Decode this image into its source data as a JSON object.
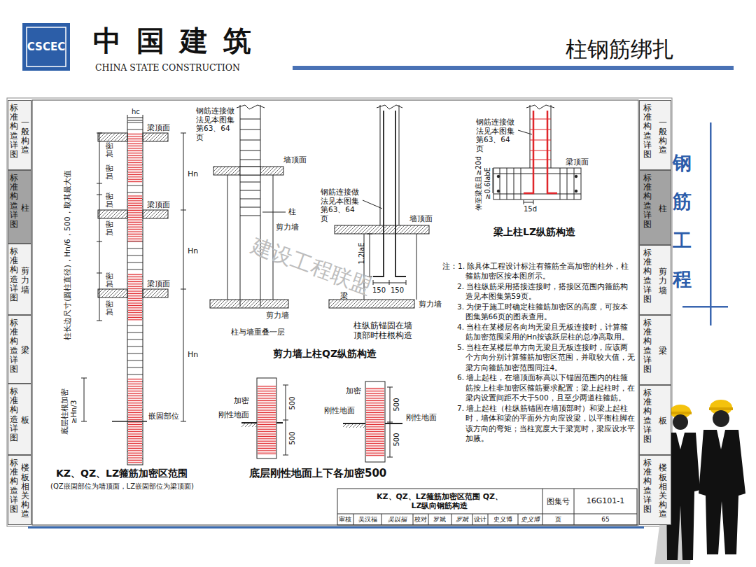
{
  "diagram": {
    "title": "柱钢筋绑扎",
    "nodes": [
      {
        "text": [
          "标准构造详图",
          "一般构造"
        ]
      },
      {
        "text": [
          "标准构造详图",
          "柱"
        ]
      },
      {
        "text": [
          "标准构造详图",
          "剪力墙"
        ]
      },
      {
        "text": [
          "标准构造详图",
          "梁"
        ]
      },
      {
        "text": [
          "标准构造详图",
          "板"
        ]
      },
      {
        "text": [
          "标准构造详图",
          "楼板相关构造"
        ]
      },
      {
        "text": [
          "标准构造详图",
          "一般构造"
        ]
      },
      {
        "text": [
          "标准构造详图",
          "柱"
        ]
      },
      {
        "text": [
          "标准构造详图",
          "剪力墙"
        ]
      },
      {
        "text": [
          "标准构造详图",
          "梁"
        ]
      },
      {
        "text": [
          "标准构造详图",
          "板"
        ]
      },
      {
        "text": [
          "标准构造详图",
          "楼板相关构造"
        ]
      }
    ],
    "labels": [
      "CSCEC",
      "中国建筑",
      "CHINA STATE CONSTRUCTION",
      "钢筋工程",
      "hc",
      "梁顶面",
      "梁顶面",
      "梁顶面",
      "Hn",
      "Hn",
      "Hn",
      "加密",
      "加密",
      "加密",
      "加密",
      "加密",
      "加密",
      "柱长边尺寸(圆柱直径)，Hn/6，500，取其最大值",
      "底层柱根加密",
      "≥Hn/3",
      "嵌固部位",
      "KZ、QZ、LZ箍筋加密区范围",
      "(QZ嵌固部位为墙顶面，LZ嵌固部位为梁顶面)",
      "钢筋连接做法见本图集第63、64页",
      "墙顶面",
      "柱",
      "剪力墙",
      "剪力墙",
      "柱与墙重叠一层",
      "剪力墙上柱QZ纵筋构造",
      "钢筋连接做法见本图集第63、64页",
      "墙顶面",
      "1.2laE",
      "150",
      "150",
      "梁",
      "剪力墙",
      "柱纵筋锚固在墙顶部时柱根构造",
      "钢筋连接做法见本图集第63、64页",
      "梁顶面",
      "伸至梁底且≥20d",
      "≥0.6labE",
      "15d",
      "梁上柱LZ纵筋构造",
      "注：1. 除具体工程设计标注有箍筋全高加密的柱外，柱箍筋加密区按本图所示。",
      "2. 当柱纵筋采用搭接连接时，搭接区范围内箍筋构造见本图集第59页。",
      "3. 为便于施工时确定柱箍筋加密区的高度，可按本图集第66页的图表查用。",
      "4. 当柱在某楼层各向均无梁且无板连接时，计算箍筋加密范围采用的Hn按该跃层柱的总净高取用。",
      "5. 当柱在某楼层单方向无梁且无板连接时，应该两个方向分别计算箍筋加密区范围，并取较大值，无梁方向箍筋加密范围同注4。",
      "6. 墙上起柱，在墙顶面标高以下锚固范围内的柱箍筋按上柱非加密区箍筋要求配置；梁上起柱时，在梁内设置间距不大于500，且至少两道柱箍筋。",
      "7. 墙上起柱（柱纵筋锚固在墙顶部时）和梁上起柱时，墙体和梁的平面外方向应设梁，以平衡柱脚在该方向的弯矩；当柱宽度大于梁宽时，梁应设水平加腋。",
      "加密",
      "刚性地面",
      "500",
      "500",
      "加密",
      "刚性地面",
      "刚性地面",
      "500",
      "500",
      "底层刚性地面上下各加密500",
      "建设工程联盟",
      "KZ、QZ、LZ箍筋加密区范围 QZ、LZ纵向钢筋构造",
      "图集号",
      "16G101-1",
      "审核",
      "吴汉福",
      "吴以福",
      "校对",
      "罗斌",
      "罗斌",
      "设计",
      "史义博",
      "史义博",
      "页",
      "65"
    ]
  }
}
